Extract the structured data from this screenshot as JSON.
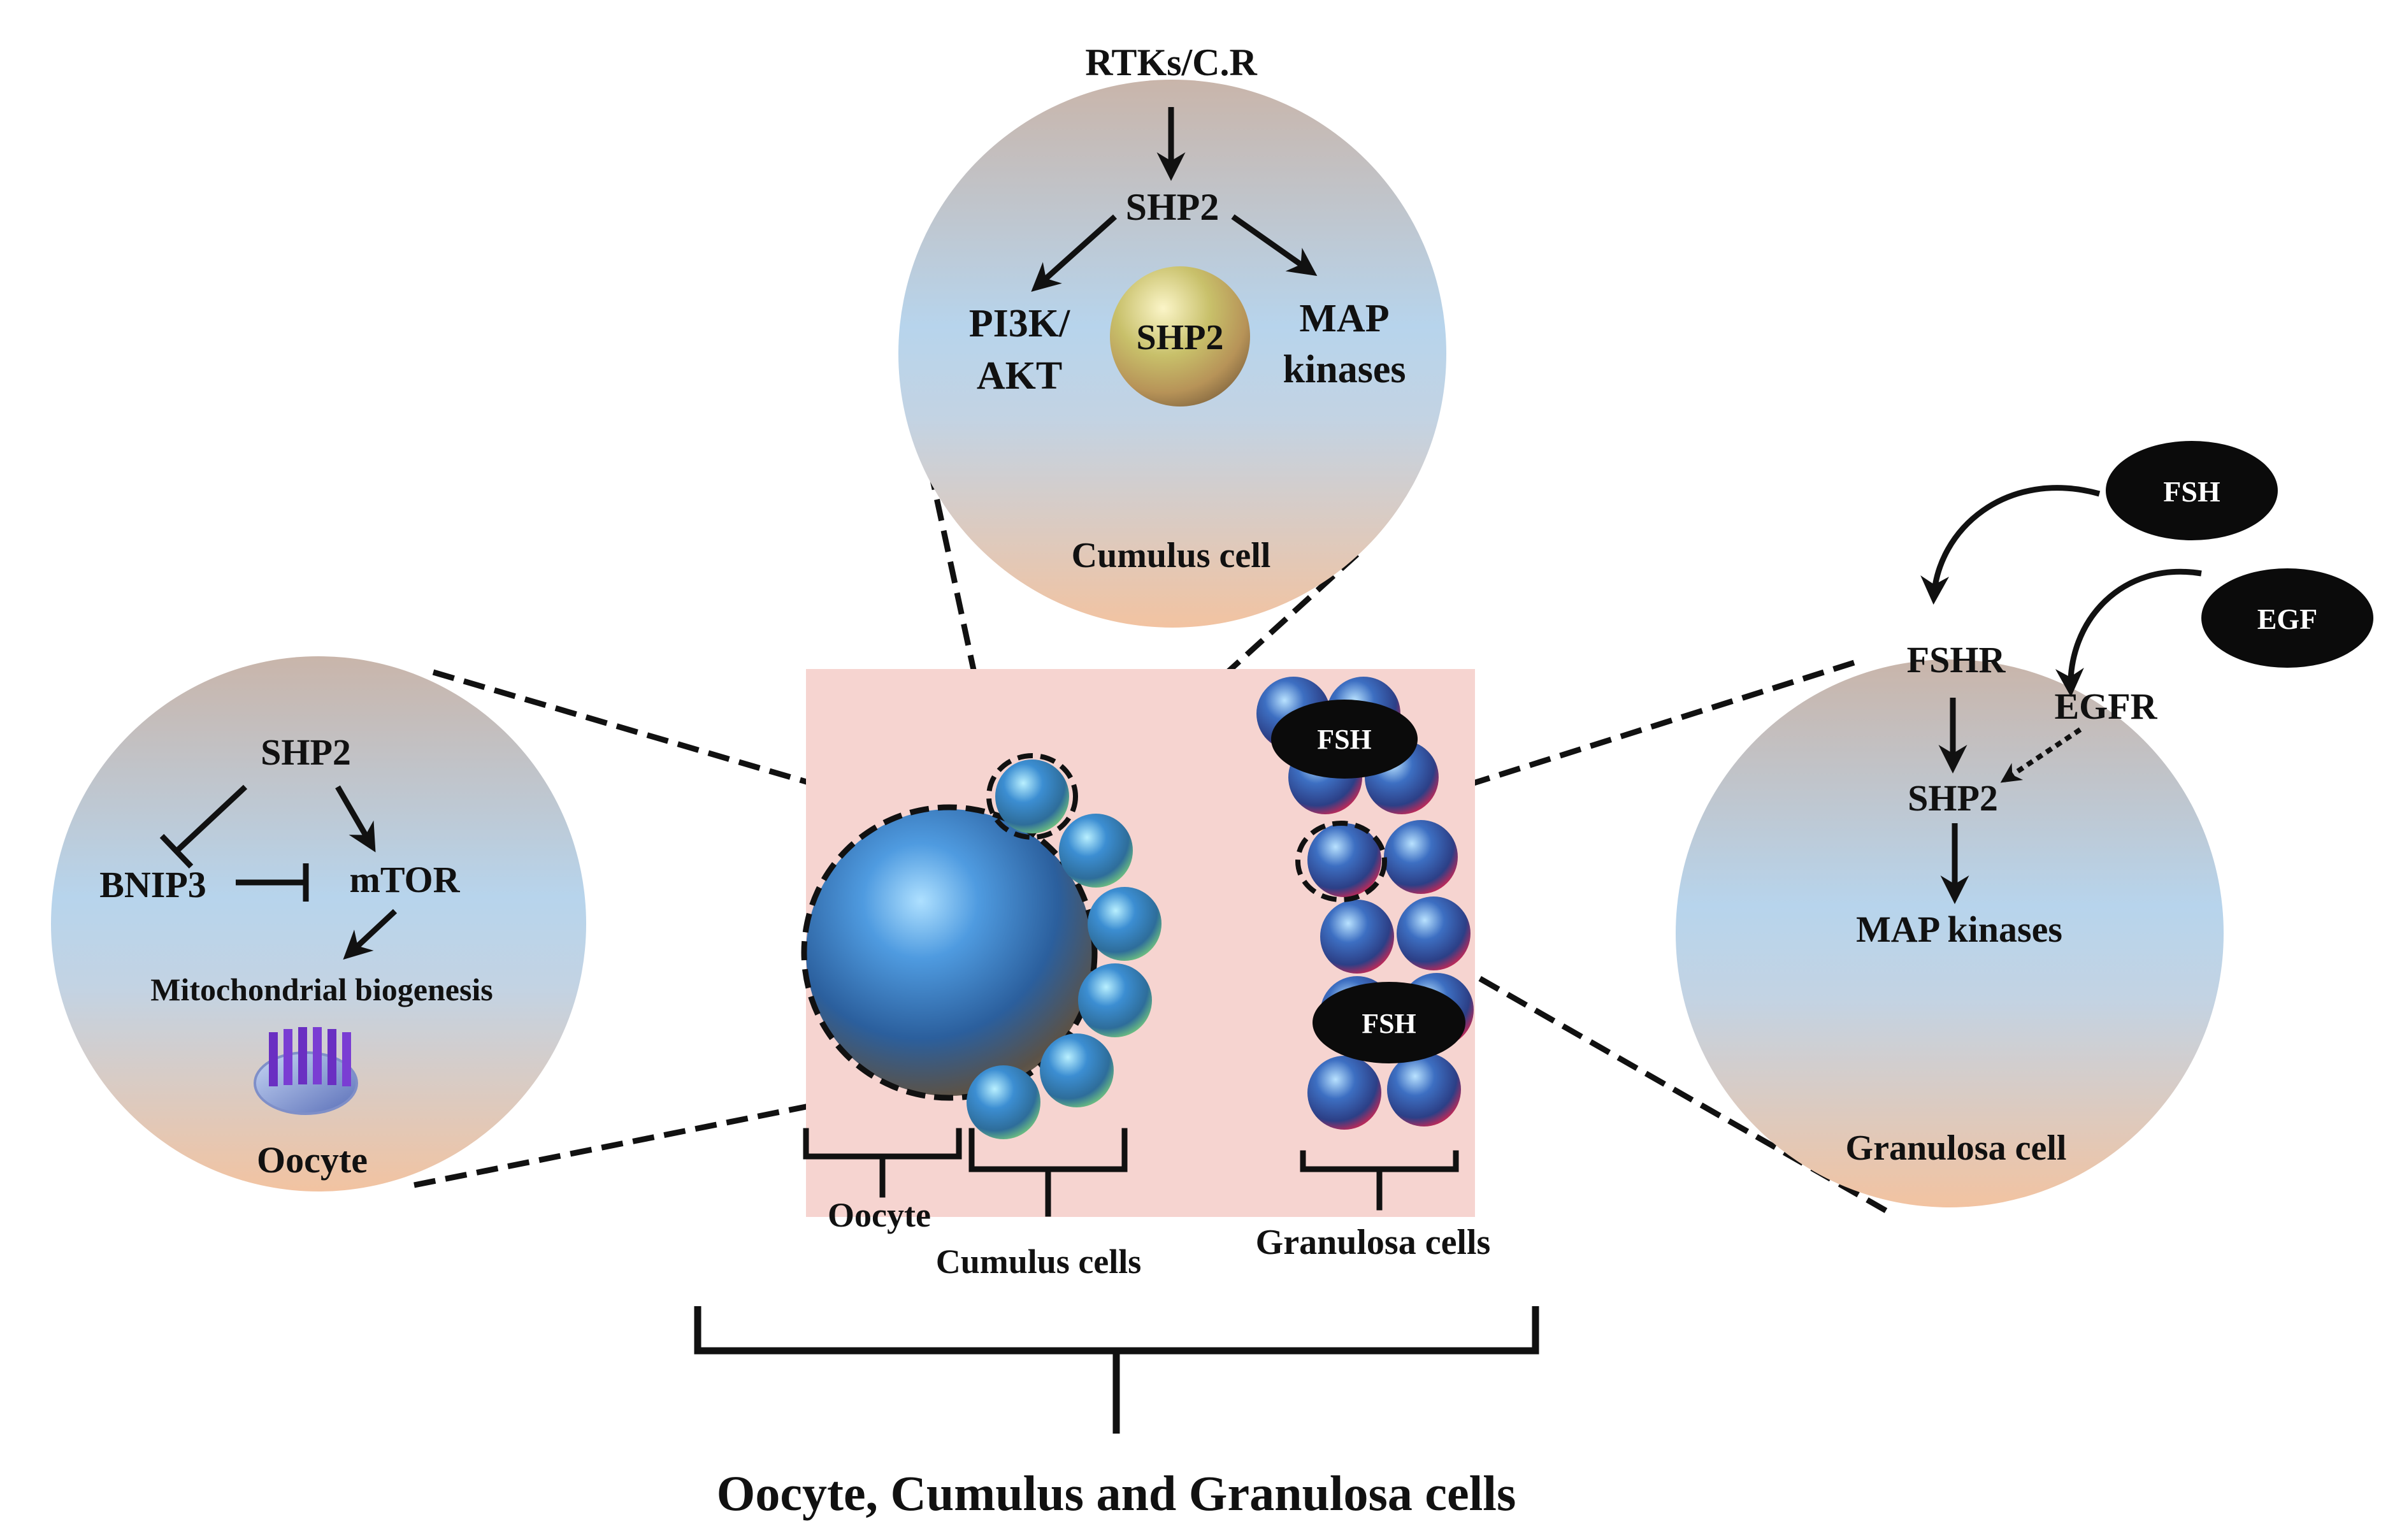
{
  "cumulus_panel": {
    "input": "RTKs/C.R",
    "node": "SHP2",
    "left_target_line1": "PI3K/",
    "left_target_line2": "AKT",
    "right_target_line1": "MAP",
    "right_target_line2": "kinases",
    "sphere_label": "SHP2",
    "title": "Cumulus cell"
  },
  "oocyte_panel": {
    "node": "SHP2",
    "inhibitor": "BNIP3",
    "target": "mTOR",
    "outcome": "Mitochondrial biogenesis",
    "title": "Oocyte"
  },
  "granulosa_panel": {
    "ligand1": "FSH",
    "ligand2": "EGF",
    "receptor1": "FSHR",
    "receptor2": "EGFR",
    "node": "SHP2",
    "outcome": "MAP kinases",
    "title": "Granulosa cell"
  },
  "center": {
    "fsh_badge_1": "FSH",
    "fsh_badge_2": "FSH",
    "oocyte_label": "Oocyte",
    "cumulus_label": "Cumulus cells",
    "granulosa_label": "Granulosa cells",
    "caption": "Oocyte, Cumulus and Granulosa cells"
  },
  "colors": {
    "panel_top": "#c9b5aa",
    "panel_mid": "#b7d4ec",
    "panel_bottom": "#f2c3a1",
    "follicle_bg": "#f6d4d0",
    "oocyte_blue": "#2f6fb0",
    "cumulus_green": "#7cc492",
    "granulosa_red": "#d83a5a"
  }
}
